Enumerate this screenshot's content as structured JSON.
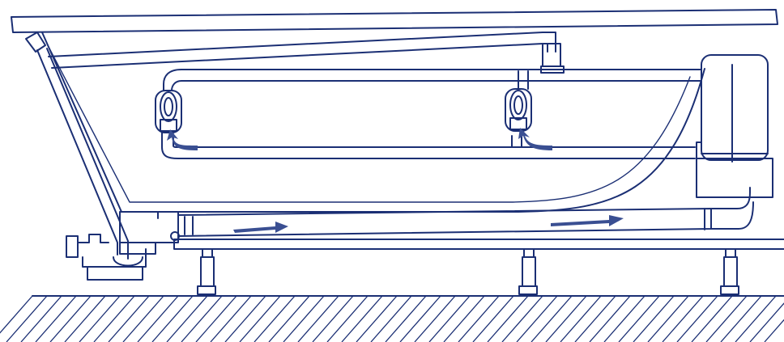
{
  "diagram": {
    "type": "cutaway",
    "flow_direction": "right",
    "colors": {
      "line": "#1b2f74",
      "arrow": "#3a4f92",
      "background": "#ffffff",
      "paper_speckle": "#e6e9f2"
    },
    "components": [
      "bathtub-rim",
      "bathtub-shell",
      "overflow-drain-pipe",
      "drain-trap",
      "distribution-pipe-loop",
      "jet-nozzle",
      "pump-motor",
      "suction-pipe",
      "support-frame",
      "adjustable-feet",
      "floor-hatching"
    ],
    "flow_arrows": 4,
    "jet_nozzles": 2,
    "support_legs": 3
  }
}
